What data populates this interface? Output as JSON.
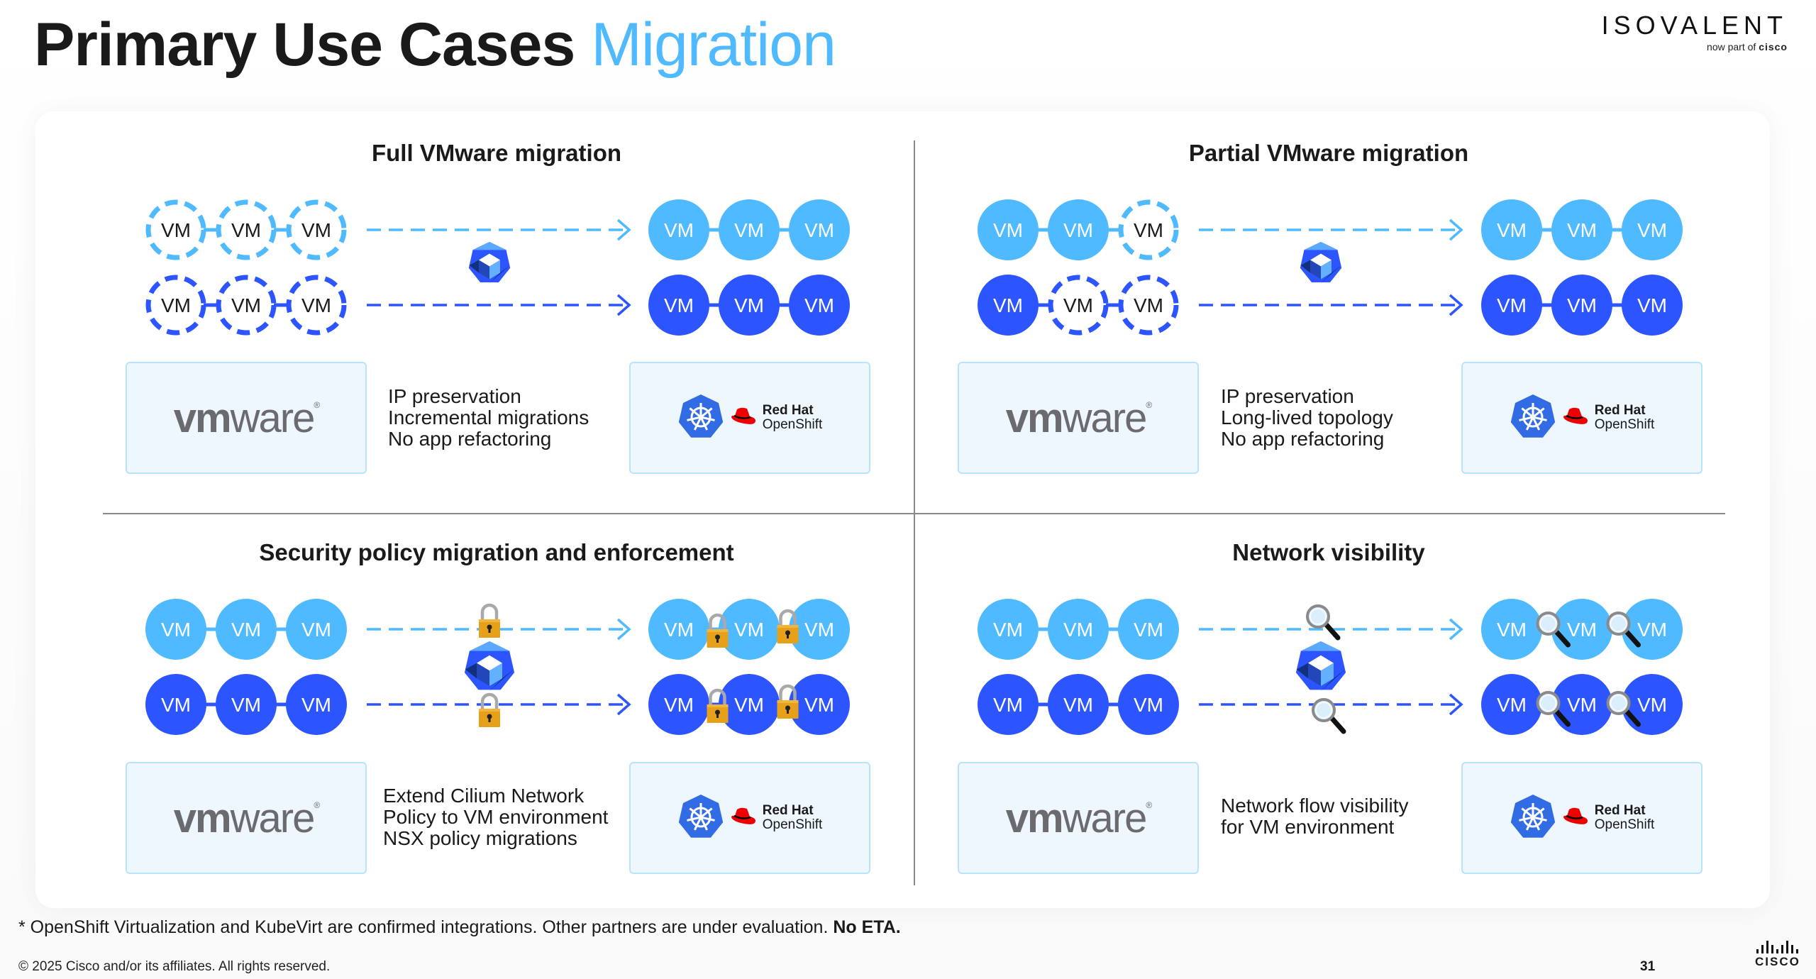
{
  "header": {
    "title_main": "Primary Use Cases",
    "title_accent": "Migration",
    "brand_name": "ISOVALENT",
    "brand_sub_prefix": "now part of",
    "brand_sub_company": "cisco"
  },
  "colors": {
    "light_vm": "#4fbaff",
    "dark_vm": "#2d55ff",
    "accent": "#4fbaff",
    "logo_box_bg": "#eef7fd",
    "logo_box_border": "#b9e3fb",
    "kubernetes_blue": "#326ce5",
    "redhat_red": "#ee0000",
    "lock_gold": "#e6a01a"
  },
  "vm_label": "VM",
  "quadrants": [
    {
      "id": "full",
      "title": "Full VMware migration",
      "source_rows": [
        [
          "dashed",
          "dashed",
          "dashed"
        ],
        [
          "dashed",
          "dashed",
          "dashed"
        ]
      ],
      "target_rows": [
        [
          "solid",
          "solid",
          "solid"
        ],
        [
          "solid",
          "solid",
          "solid"
        ]
      ],
      "middle_icon": "kubevirt-icon",
      "connector_icon": "none",
      "source_platform": "vmware",
      "target_platform": "Red Hat OpenShift",
      "bullets": [
        "IP preservation",
        "Incremental migrations",
        "No app refactoring"
      ]
    },
    {
      "id": "partial",
      "title": "Partial VMware migration",
      "source_rows": [
        [
          "solid",
          "solid",
          "dashed"
        ],
        [
          "solid",
          "dashed",
          "dashed"
        ]
      ],
      "target_rows": [
        [
          "solid",
          "solid",
          "solid"
        ],
        [
          "solid",
          "solid",
          "solid"
        ]
      ],
      "middle_icon": "kubevirt-icon",
      "connector_icon": "none",
      "source_platform": "vmware",
      "target_platform": "Red Hat OpenShift",
      "bullets": [
        "IP preservation",
        "Long-lived topology",
        "No app refactoring"
      ]
    },
    {
      "id": "security",
      "title": "Security policy migration and enforcement",
      "source_rows": [
        [
          "solid",
          "solid",
          "solid"
        ],
        [
          "solid",
          "solid",
          "solid"
        ]
      ],
      "target_rows": [
        [
          "solid",
          "solid",
          "solid"
        ],
        [
          "solid",
          "solid",
          "solid"
        ]
      ],
      "middle_icon": "kubevirt-icon",
      "connector_icon": "lock",
      "source_platform": "vmware",
      "target_platform": "Red Hat OpenShift",
      "bullets": [
        "Extend Cilium Network",
        "Policy to VM environment",
        "NSX policy migrations"
      ]
    },
    {
      "id": "visibility",
      "title": "Network visibility",
      "source_rows": [
        [
          "solid",
          "solid",
          "solid"
        ],
        [
          "solid",
          "solid",
          "solid"
        ]
      ],
      "target_rows": [
        [
          "solid",
          "solid",
          "solid"
        ],
        [
          "solid",
          "solid",
          "solid"
        ]
      ],
      "middle_icon": "kubevirt-icon",
      "connector_icon": "magnifier",
      "source_platform": "vmware",
      "target_platform": "Red Hat OpenShift",
      "bullets": [
        "Network flow visibility",
        "for VM environment"
      ]
    }
  ],
  "logos": {
    "vmware_bold": "vm",
    "vmware_light": "ware",
    "vmware_reg": "®",
    "redhat_line1": "Red Hat",
    "redhat_line2": "OpenShift"
  },
  "footer": {
    "footnote": "* OpenShift Virtualization and KubeVirt are confirmed integrations. Other partners are under evaluation.",
    "footnote_bold": "No ETA.",
    "copyright": "© 2025 Cisco and/or its affiliates. All rights reserved.",
    "page_number": "31",
    "cisco_wordmark": "CISCO"
  }
}
